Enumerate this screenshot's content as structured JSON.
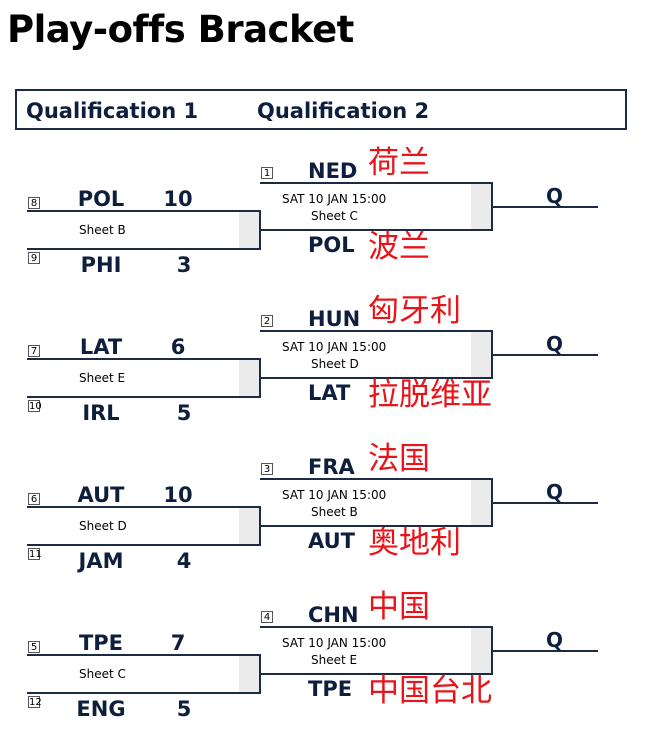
{
  "title": "Play-offs Bracket",
  "rounds": [
    "Qualification 1",
    "Qualification 2"
  ],
  "blocks": [
    {
      "q1": {
        "top_seed": "8",
        "top_team": "POL",
        "top_score": "10",
        "bottom_seed": "9",
        "bottom_team": "PHI",
        "bottom_score": "3",
        "sheet": "Sheet B"
      },
      "q2": {
        "seed": "1",
        "top_team": "NED",
        "top_cn": "荷兰",
        "date": "SAT 10 JAN 15:00",
        "sheet": "Sheet C",
        "bottom_team": "POL",
        "bottom_cn": "波兰"
      },
      "result": "Q"
    },
    {
      "q1": {
        "top_seed": "7",
        "top_team": "LAT",
        "top_score": "6",
        "bottom_seed": "10",
        "bottom_team": "IRL",
        "bottom_score": "5",
        "sheet": "Sheet E"
      },
      "q2": {
        "seed": "2",
        "top_team": "HUN",
        "top_cn": "匈牙利",
        "date": "SAT 10 JAN 15:00",
        "sheet": "Sheet D",
        "bottom_team": "LAT",
        "bottom_cn": "拉脱维亚"
      },
      "result": "Q"
    },
    {
      "q1": {
        "top_seed": "6",
        "top_team": "AUT",
        "top_score": "10",
        "bottom_seed": "11",
        "bottom_team": "JAM",
        "bottom_score": "4",
        "sheet": "Sheet D"
      },
      "q2": {
        "seed": "3",
        "top_team": "FRA",
        "top_cn": "法国",
        "date": "SAT 10 JAN 15:00",
        "sheet": "Sheet B",
        "bottom_team": "AUT",
        "bottom_cn": "奥地利"
      },
      "result": "Q"
    },
    {
      "q1": {
        "top_seed": "5",
        "top_team": "TPE",
        "top_score": "7",
        "bottom_seed": "12",
        "bottom_team": "ENG",
        "bottom_score": "5",
        "sheet": "Sheet C"
      },
      "q2": {
        "seed": "4",
        "top_team": "CHN",
        "top_cn": "中国",
        "date": "SAT 10 JAN 15:00",
        "sheet": "Sheet E",
        "bottom_team": "TPE",
        "bottom_cn": "中国台北"
      },
      "result": "Q"
    }
  ]
}
